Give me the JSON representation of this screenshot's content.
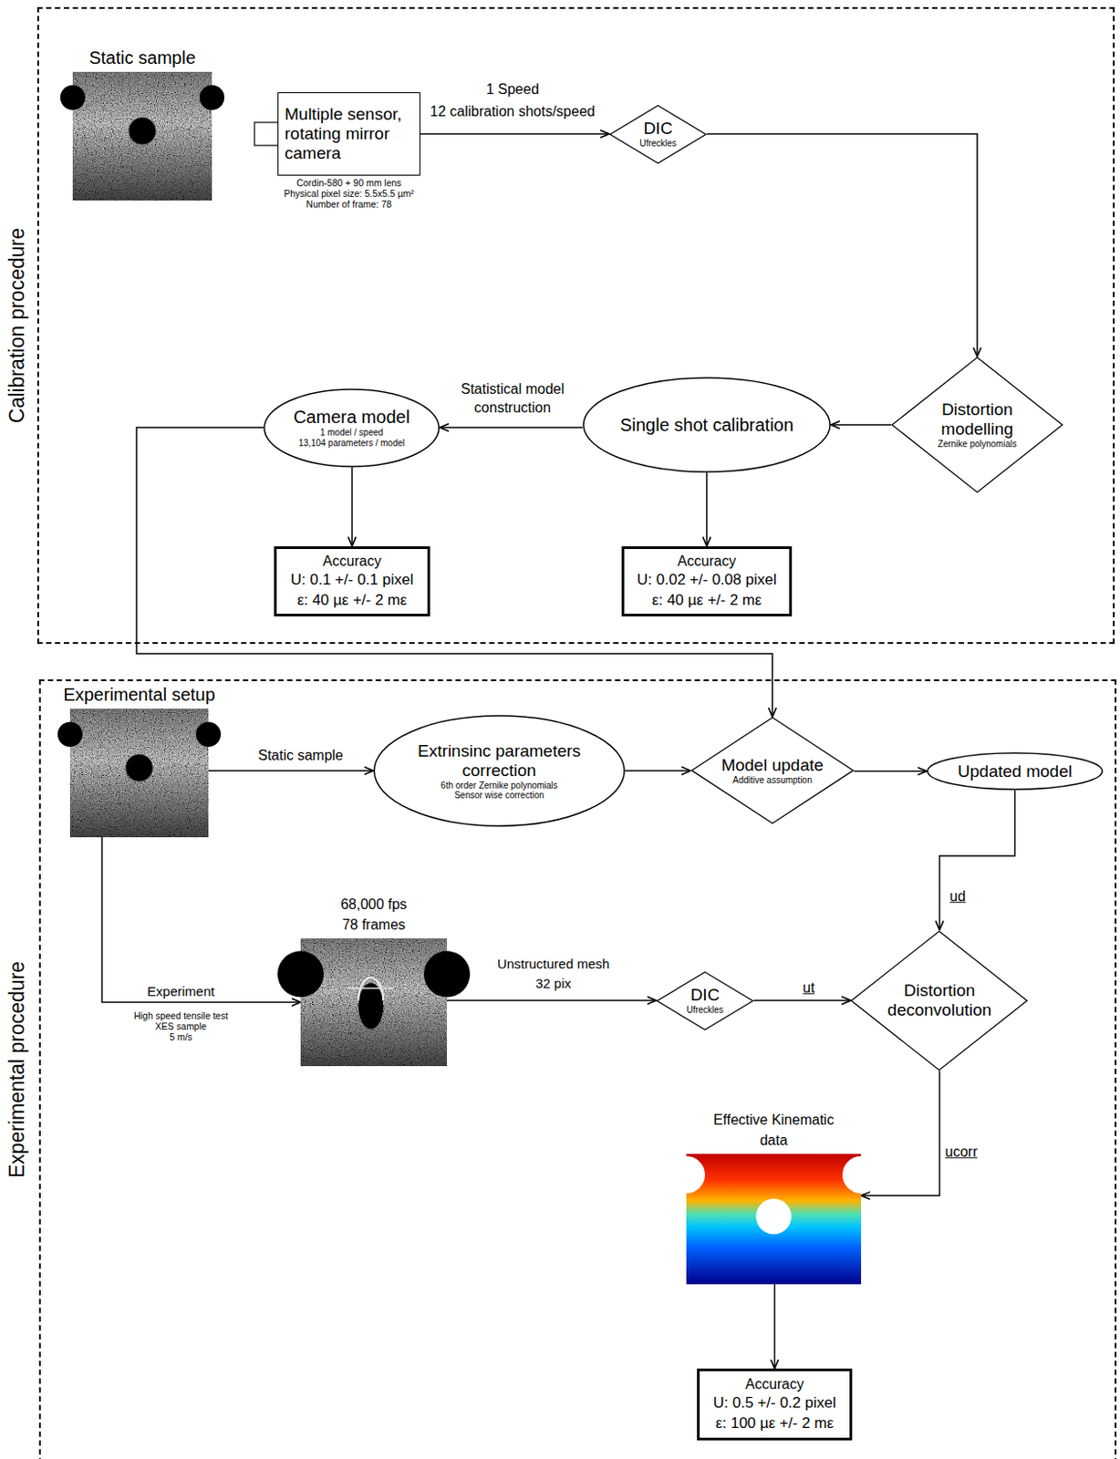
{
  "diagram": {
    "nodes": [
      {
        "text": [
          "Calibration procedure"
        ]
      },
      {
        "text": [
          "Experimental procedure"
        ]
      },
      {
        "text": [
          "Static sample"
        ],
        "in": 0
      },
      {
        "text": [
          "Multiple sensor, rotating mirror camera",
          "Cordin-580 + 90 mm lens",
          "Physical pixel size: 5.5x5.5 µm²",
          "Number of frame: 78"
        ],
        "in": 0
      },
      {
        "text": [
          "DIC",
          "Ufreckles"
        ],
        "in": 0
      },
      {
        "text": [
          "Distortion modelling",
          "Zernike polynomials"
        ],
        "in": 0
      },
      {
        "text": [
          "Single shot calibration"
        ],
        "in": 0
      },
      {
        "text": [
          "Camera model",
          "1 model / speed",
          "13,104 parameters / model"
        ],
        "in": 0
      },
      {
        "text": [
          "Accuracy",
          "U: 0.1 +/- 0.1 pixel",
          "ε: 40 µε +/- 2 mε"
        ],
        "in": 0
      },
      {
        "text": [
          "Accuracy",
          "U: 0.02 +/- 0.08 pixel",
          "ε: 40 µε +/- 2 mε"
        ],
        "in": 0
      },
      {
        "text": [
          "Experimental setup"
        ],
        "in": 1
      },
      {
        "text": [
          "Extrinsinc parameters correction",
          "6th order Zernike polynomials",
          "Sensor wise correction"
        ],
        "in": 1
      },
      {
        "text": [
          "Model update",
          "Additive assumption"
        ],
        "in": 1
      },
      {
        "text": [
          "Updated model"
        ],
        "in": 1
      },
      {
        "text": [
          "68,000 fps",
          "78 frames"
        ],
        "in": 1
      },
      {
        "text": [
          "DIC",
          "Ufreckles"
        ],
        "in": 1
      },
      {
        "text": [
          "Distortion deconvolution"
        ],
        "in": 1
      },
      {
        "text": [
          "Effective Kinematic data"
        ],
        "in": 1
      },
      {
        "text": [
          "Accuracy",
          "U: 0.5 +/- 0.2 pixel",
          "ε: 100 µε +/- 2 mε"
        ],
        "in": 1
      }
    ],
    "edges": [
      {
        "from": 3,
        "to": 4,
        "label": "12 calibration shots/speed",
        "arrow": "to"
      },
      {
        "from": 4,
        "to": 5,
        "arrow": "to"
      },
      {
        "from": 5,
        "to": 6,
        "arrow": "to"
      },
      {
        "from": 6,
        "to": 7,
        "label": "Statistical model construction",
        "arrow": "to"
      },
      {
        "from": 7,
        "to": 8,
        "arrow": "to"
      },
      {
        "from": 6,
        "to": 9,
        "arrow": "to"
      },
      {
        "from": 7,
        "to": 12,
        "arrow": "to"
      },
      {
        "from": 10,
        "to": 11,
        "label": "Static sample",
        "arrow": "to"
      },
      {
        "from": 11,
        "to": 12,
        "arrow": "to"
      },
      {
        "from": 12,
        "to": 13,
        "arrow": "to"
      },
      {
        "from": 13,
        "to": 16,
        "label": "ud",
        "arrow": "to"
      },
      {
        "from": 10,
        "to": 14,
        "label": "Experiment",
        "arrow": "to"
      },
      {
        "from": 14,
        "to": 15,
        "label": "Unstructured mesh 32 pix",
        "arrow": "to"
      },
      {
        "from": 15,
        "to": 16,
        "label": "ut",
        "arrow": "to"
      },
      {
        "from": 16,
        "to": 17,
        "label": "ucorr",
        "arrow": "to"
      },
      {
        "from": 17,
        "to": 18,
        "arrow": "to"
      }
    ],
    "labels": [
      "1 Speed",
      "High speed tensile test",
      "XES sample",
      "5 m/s"
    ]
  }
}
